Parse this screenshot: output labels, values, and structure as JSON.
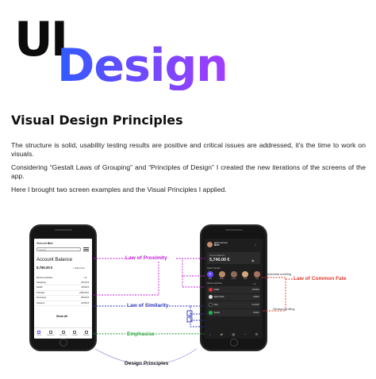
{
  "hero": {
    "ui": "UI",
    "design": "Design"
  },
  "section_title": "Visual Design Principles",
  "paragraphs": [
    "The structure is solid, usability testing results are positive and critical issues are addressed, it’s the time to work on visuals.",
    "Considering “Gestalt Laws of Grouping” and “Principles of Design” I created the new iterations of the screens of the app.",
    "Here I brought two screen examples and the Visual Principles I applied."
  ],
  "left_screen": {
    "welcome_prefix": "Welcome ",
    "welcome_name": "Bert",
    "search_placeholder": "Search",
    "balance_label": "Account Balance",
    "balance_value": "5,750.20 €",
    "add_fund": "+ Add Fund",
    "recent_title": "Recent activities",
    "recent_icons": "⌕ ≣",
    "rows": [
      {
        "name": "Shopping",
        "amount": "-56.20 €"
      },
      {
        "name": "Netflix",
        "amount": "-15.99 €"
      },
      {
        "name": "Transfer",
        "amount": "+230.00 €"
      },
      {
        "name": "Groceries",
        "amount": "-80.00 €"
      },
      {
        "name": "Amazon",
        "amount": "-26.90 €"
      }
    ],
    "show_all": "Show All",
    "tabs": [
      "Home",
      "Payments",
      "Accounts",
      "Insights",
      "Settings"
    ]
  },
  "right_screen": {
    "welcome_label": "Hello welcome",
    "welcome_name": "Bert",
    "bell": "♪",
    "balance_label": "Account Balance",
    "balance_value": "5,740.00 €",
    "eye": "◉",
    "quick_title": "Quick Transfer",
    "quick": [
      {
        "icon": "+",
        "name": "Add"
      },
      {
        "icon": "",
        "name": "Anna"
      },
      {
        "icon": "",
        "name": "Lucas"
      },
      {
        "icon": "",
        "name": "Sara"
      },
      {
        "icon": "",
        "name": "Tom"
      }
    ],
    "recent_title": "Recent activities",
    "recent_icons": "⌕ ≣",
    "rows": [
      {
        "name": "Netflix",
        "amount": "-15.99 €"
      },
      {
        "name": "Apple Store",
        "amount": "-4.99 €"
      },
      {
        "name": "Uber",
        "amount": "-12.40 €"
      },
      {
        "name": "Spotify",
        "amount": "-9.99 €"
      }
    ],
    "tabs": [
      "⌂",
      "⇄",
      "▤",
      "◔",
      "⚙"
    ]
  },
  "annotations": {
    "proximity": "Law of Proximity",
    "similarity": "Law of Similarity",
    "emphasise": "Emphasise",
    "common_fate": "Law of Common Fate",
    "horizontal_scrolling": "Horizontal scrolling",
    "vertical_scrolling": "Vertical scrolling",
    "design_principles": "Design Principles"
  },
  "colors": {
    "proximity": "#c21ad9",
    "similarity": "#2a34b8",
    "emphasise": "#1d9c2e",
    "common_fate": "#e23a2a",
    "accent": "#6a4bff"
  }
}
